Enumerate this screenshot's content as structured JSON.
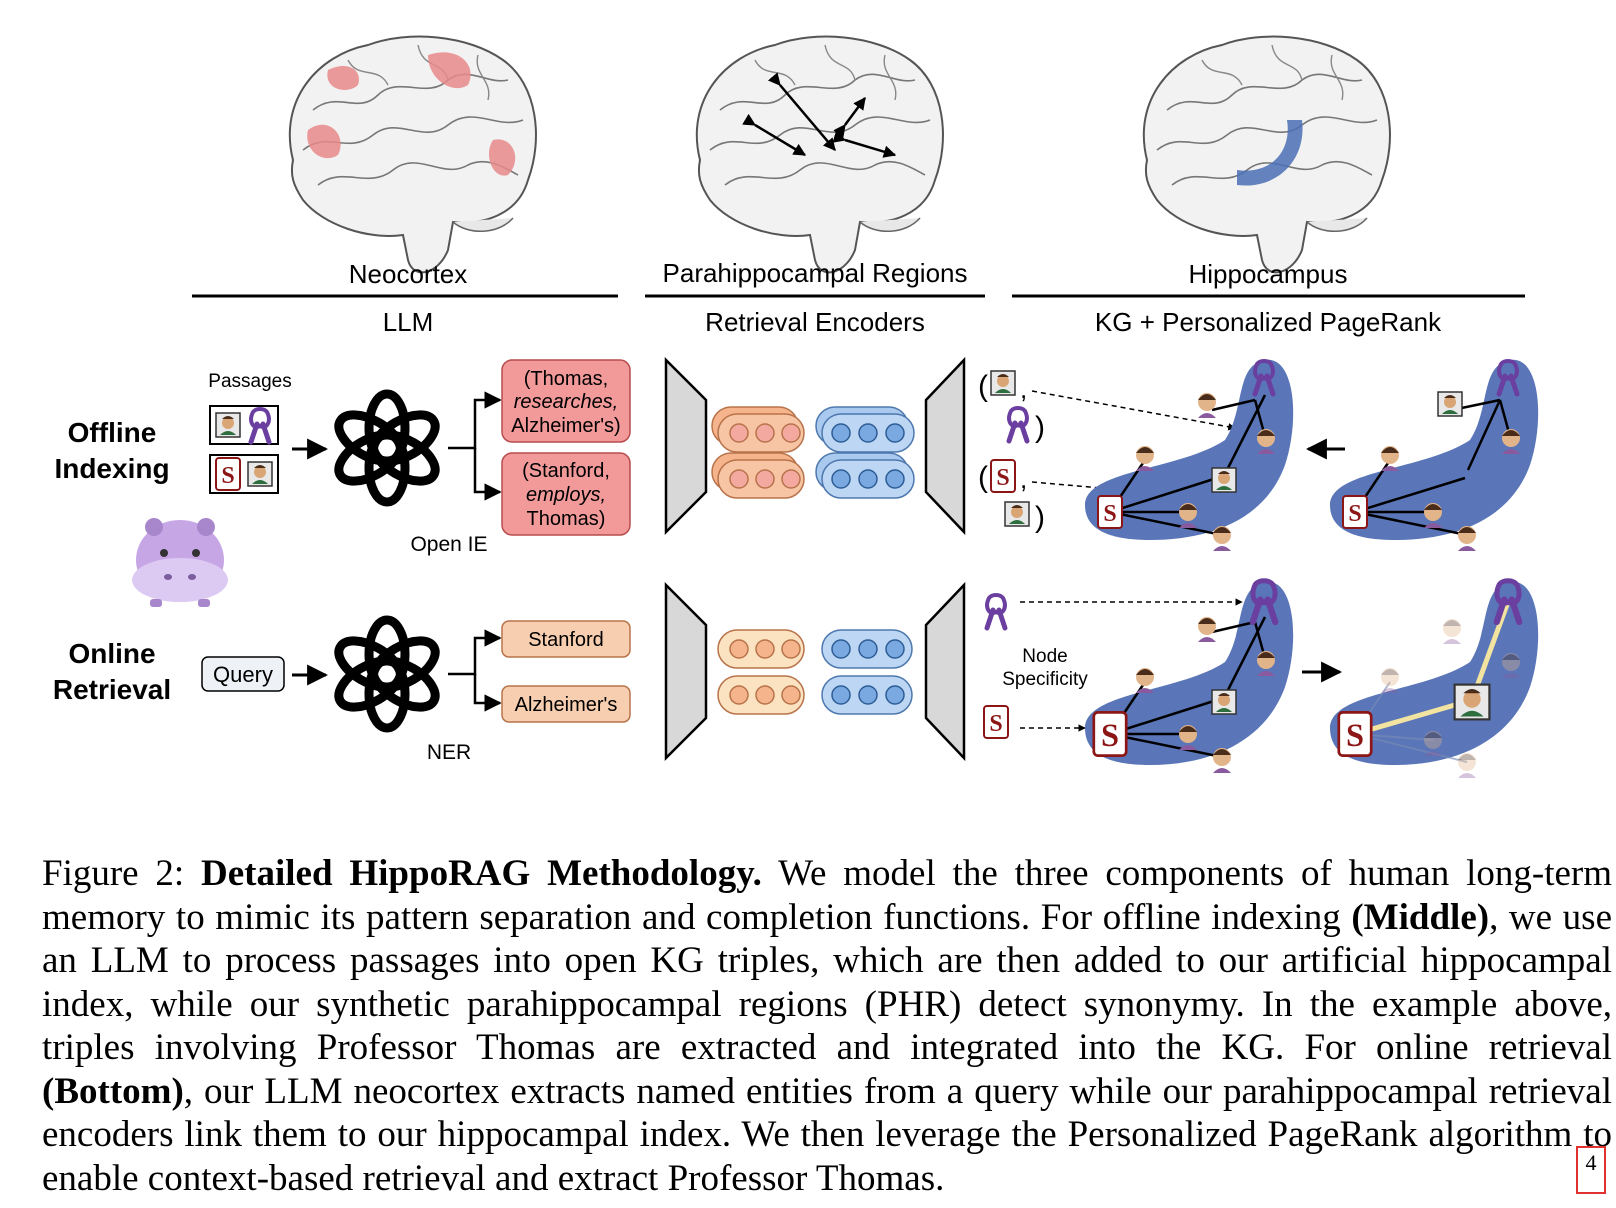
{
  "header": {
    "neocortex": "Neocortex",
    "parahippocampal": "Parahippocampal Regions",
    "hippocampus": "Hippocampus",
    "llm": "LLM",
    "retrieval_encoders": "Retrieval Encoders",
    "kg_ppr": "KG + Personalized PageRank"
  },
  "rows": {
    "offline_line1": "Offline",
    "offline_line2": "Indexing",
    "online_line1": "Online",
    "online_line2": "Retrieval"
  },
  "offline": {
    "passages_label": "Passages",
    "openie_label": "Open IE",
    "triple1": [
      "(Thomas,",
      "researches,",
      "Alzheimer's)"
    ],
    "triple2": [
      "(Stanford,",
      "employs,",
      "Thomas)"
    ]
  },
  "online": {
    "query_label": "Query",
    "ner_label": "NER",
    "entity1": "Stanford",
    "entity2": "Alzheimer's",
    "node_specificity_line1": "Node",
    "node_specificity_line2": "Specificity"
  },
  "colors": {
    "neocortex_highlight": "#e88a8a",
    "hippocampus_highlight": "#4a6fb5",
    "triple_box": "#f29a9a",
    "entity_box": "#f7cfb0",
    "orange_circles": "#f5b48c",
    "blue_circles": "#a9c9ee",
    "kg_background": "#5a76b8",
    "stanford_red": "#8c1515",
    "ribbon_purple": "#6a3fa0",
    "ppr_edge": "#f3e3a0"
  },
  "caption": {
    "prefix": "Figure 2: ",
    "title": "Detailed HippoRAG Methodology.",
    "text1": " We model the three components of human long-term memory to mimic its pattern separation and completion functions. For offline indexing ",
    "middle": "(Middle)",
    "text2": ", we use an LLM to process passages into open KG triples, which are then added to our artificial hippocampal index, while our synthetic parahippocampal regions (PHR) detect synonymy. In the example above, triples involving Professor Thomas are extracted and integrated into the KG. For online retrieval ",
    "bottom": "(Bottom)",
    "text3": ", our LLM neocortex extracts named entities from a query while our parahippocampal retrieval encoders link them to our hippocampal index. We then leverage the Personalized PageRank algorithm to enable context-based retrieval and extract Professor Thomas.",
    "footnote": "4"
  }
}
